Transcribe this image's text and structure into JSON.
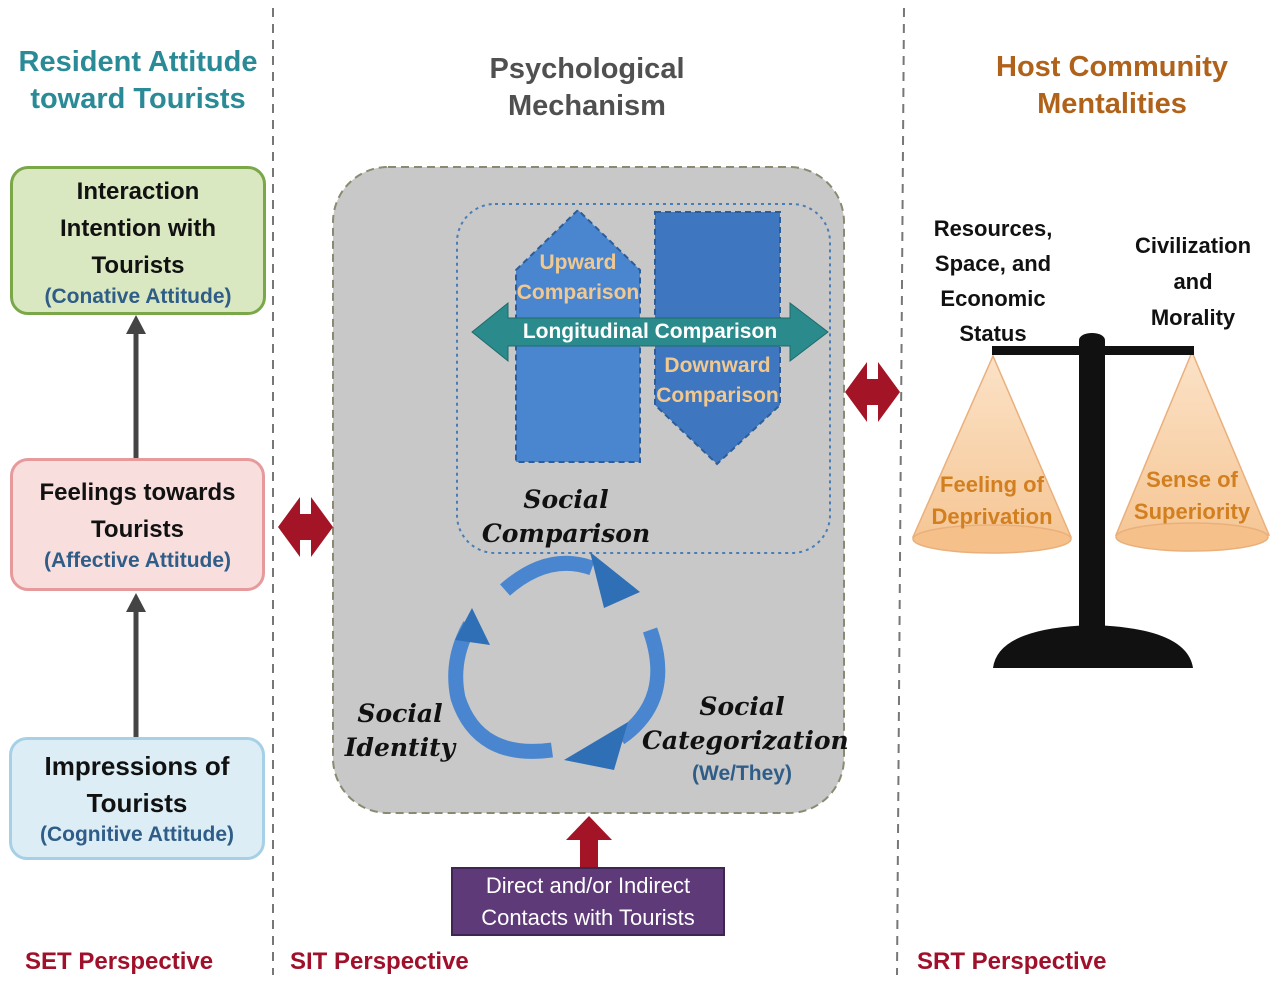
{
  "columns": {
    "left": {
      "title_line1": "Resident Attitude",
      "title_line2": "toward Tourists",
      "color": "#2a8a96"
    },
    "middle": {
      "title_line1": "Psychological",
      "title_line2": "Mechanism",
      "color": "#505050"
    },
    "right": {
      "title_line1": "Host Community",
      "title_line2": "Mentalities",
      "color": "#b0621a"
    }
  },
  "left_boxes": {
    "conative": {
      "line1": "Interaction",
      "line2": "Intention with",
      "line3": "Tourists",
      "sub": "(Conative Attitude)"
    },
    "affective": {
      "line1": "Feelings towards",
      "line2": "Tourists",
      "sub": "(Affective Attitude)"
    },
    "cognitive": {
      "line1": "Impressions of",
      "line2": "Tourists",
      "sub": "(Cognitive Attitude)"
    }
  },
  "middle": {
    "upward_line1": "Upward",
    "upward_line2": "Comparison",
    "longitudinal": "Longitudinal Comparison",
    "downward_line1": "Downward",
    "downward_line2": "Comparison",
    "social_comparison_line1": "Social",
    "social_comparison_line2": "Comparison",
    "social_identity_line1": "Social",
    "social_identity_line2": "Identity",
    "social_categorization_line1": "Social",
    "social_categorization_line2": "Categorization",
    "we_they": "(We/They)",
    "contacts_line1": "Direct and/or Indirect",
    "contacts_line2": "Contacts with Tourists"
  },
  "right": {
    "left_label": {
      "line1": "Resources,",
      "line2": "Space, and",
      "line3": "Economic",
      "line4": "Status"
    },
    "right_label": {
      "line1": "Civilization",
      "line2": "and",
      "line3": "Morality"
    },
    "left_pan": {
      "line1": "Feeling of",
      "line2": "Deprivation"
    },
    "right_pan": {
      "line1": "Sense of",
      "line2": "Superiority"
    }
  },
  "perspectives": {
    "set": "SET Perspective",
    "sit": "SIT Perspective",
    "srt": "SRT Perspective"
  },
  "colors": {
    "accent_red": "#a0102a",
    "connector_red": "#a31526",
    "arrow_blue": "#4a86d0",
    "teal": "#2b8a8c",
    "purple": "#5e3a78"
  }
}
